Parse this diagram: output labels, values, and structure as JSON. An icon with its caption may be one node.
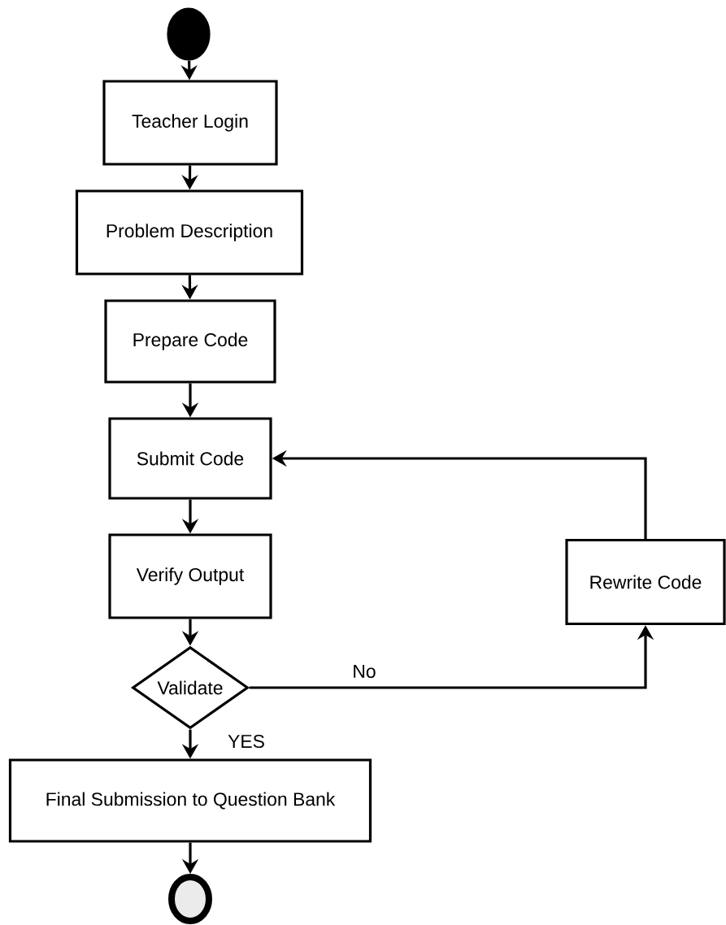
{
  "diagram": {
    "nodes": [
      {
        "text": [],
        "shape": "circle"
      },
      {
        "text": [
          "Teacher Login"
        ]
      },
      {
        "text": [
          "Problem Description"
        ]
      },
      {
        "text": [
          "Prepare Code"
        ]
      },
      {
        "text": [
          "Submit Code"
        ]
      },
      {
        "text": [
          "Verify Output"
        ]
      },
      {
        "text": [
          "Rewrite Code"
        ]
      },
      {
        "text": [
          "Validate"
        ]
      },
      {
        "text": [
          "Final Submission to Question Bank"
        ]
      },
      {
        "text": [],
        "shape": "circle"
      }
    ],
    "edges": [
      {
        "from": 0,
        "to": 1,
        "arrow": "to"
      },
      {
        "from": 1,
        "to": 2,
        "arrow": "to"
      },
      {
        "from": 2,
        "to": 3,
        "arrow": "to"
      },
      {
        "from": 3,
        "to": 4,
        "arrow": "to"
      },
      {
        "from": 4,
        "to": 5,
        "arrow": "to"
      },
      {
        "from": 5,
        "to": 7,
        "arrow": "to"
      },
      {
        "from": 7,
        "to": 6,
        "arrow": "to",
        "label": "No"
      },
      {
        "from": 6,
        "to": 4,
        "arrow": "to"
      },
      {
        "from": 7,
        "to": 8,
        "arrow": "to",
        "label": "YES"
      },
      {
        "from": 8,
        "to": 9,
        "arrow": "to"
      }
    ]
  }
}
